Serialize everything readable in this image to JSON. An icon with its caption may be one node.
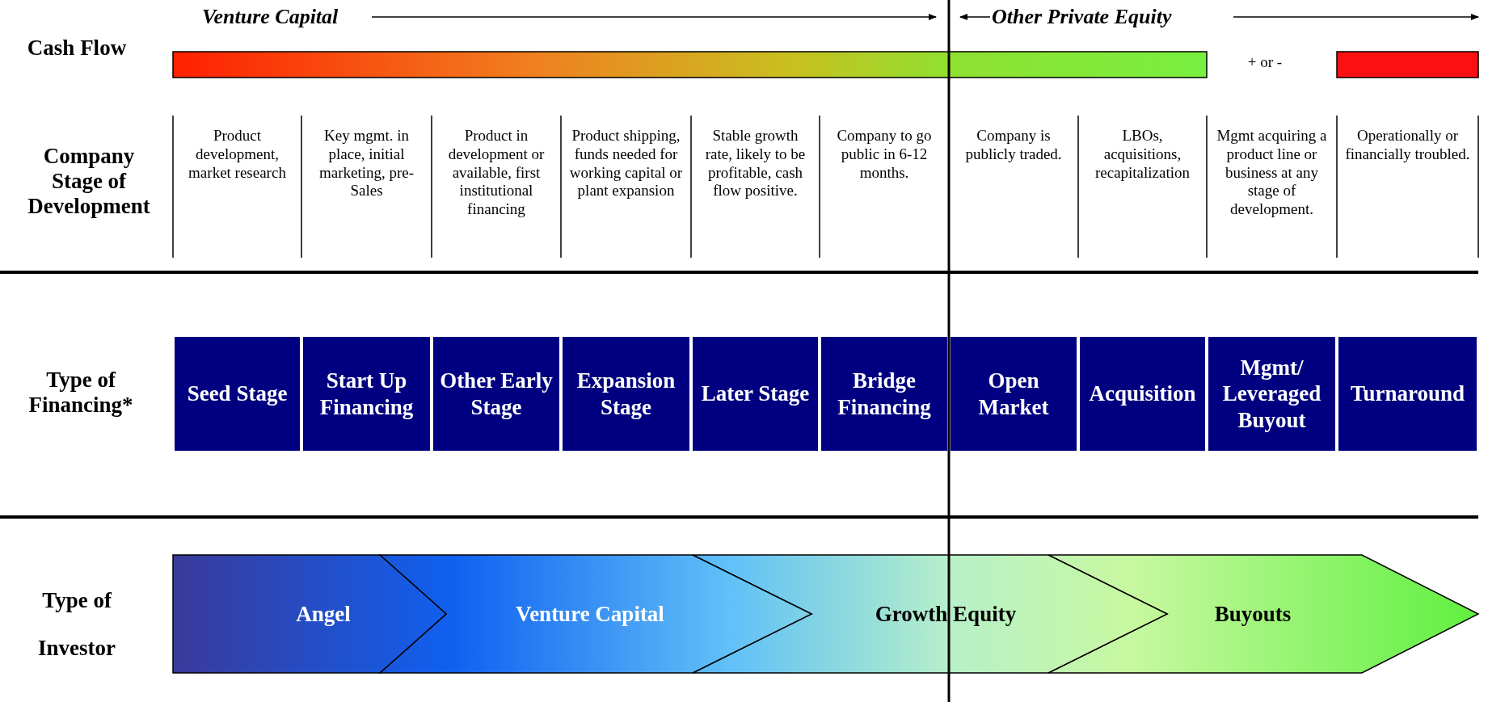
{
  "diagram": {
    "nodes": [
      {
        "text": [
          "Seed Stage"
        ]
      },
      {
        "text": [
          "Start Up Financing"
        ]
      },
      {
        "text": [
          "Other Early Stage"
        ]
      },
      {
        "text": [
          "Expansion Stage"
        ]
      },
      {
        "text": [
          "Later Stage"
        ]
      },
      {
        "text": [
          "Bridge Financing"
        ]
      },
      {
        "text": [
          "Open Market"
        ]
      },
      {
        "text": [
          "Acquisition"
        ]
      },
      {
        "text": [
          "Mgmt/ Leveraged Buyout"
        ]
      },
      {
        "text": [
          "Turnaround"
        ]
      },
      {
        "text": [
          "Angel"
        ]
      },
      {
        "text": [
          "Venture Capital"
        ]
      },
      {
        "text": [
          "Growth Equity"
        ]
      },
      {
        "text": [
          "Buyouts"
        ]
      },
      {
        "text": [],
        "shape": "bar"
      },
      {
        "text": [],
        "shape": "bar"
      }
    ],
    "edges": [],
    "labels": [
      "Venture Capital",
      "Other Private Equity",
      "Cash Flow",
      "+ or -",
      "Company Stage of Development",
      "Product development, market research",
      "Key mgmt. in place, initial marketing, pre-Sales",
      "Product in development or available, first institutional financing",
      "Product shipping, funds needed for working capital or plant expansion",
      "Stable growth rate, likely to be profitable, cash flow positive.",
      "Company to go public in 6-12 months.",
      "Company is publicly traded.",
      "LBOs, acquisitions, recapitalization",
      "Mgmt acquiring a product line or business at any stage of development.",
      "Operationally or financially troubled.",
      "Type of Financing*",
      "Type of Investor"
    ]
  }
}
